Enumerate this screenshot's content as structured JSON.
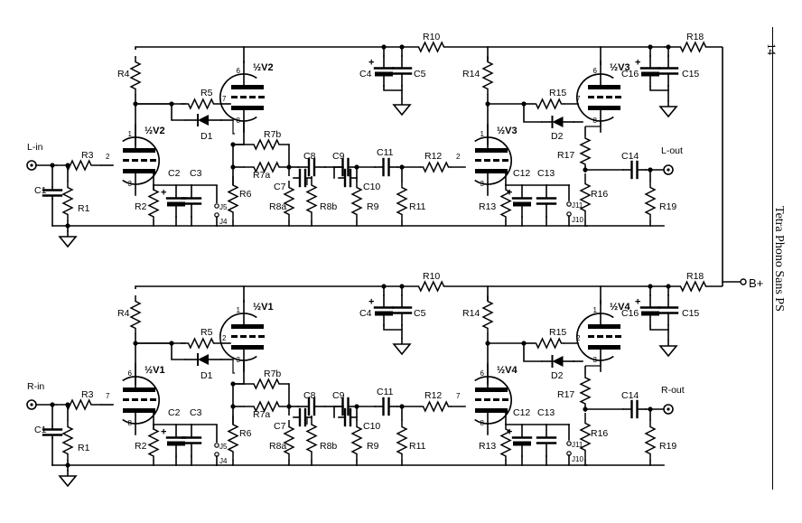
{
  "page_number": "14",
  "title": "Tetra Phono Sans PS",
  "supply_label": "B+",
  "upper": {
    "input": "L-in",
    "output": "L-out",
    "parts": {
      "R1": "R1",
      "R2": "R2",
      "R3": "R3",
      "R4": "R4",
      "R5": "R5",
      "R6": "R6",
      "R7a": "R7a",
      "R7b": "R7b",
      "R8a": "R8a",
      "R8b": "R8b",
      "R9": "R9",
      "R10": "R10",
      "R11": "R11",
      "R12": "R12",
      "R13": "R13",
      "R14": "R14",
      "R15": "R15",
      "R16": "R16",
      "R17": "R17",
      "R18": "R18",
      "R19": "R19",
      "C1": "C1",
      "C2": "C2",
      "C3": "C3",
      "C4": "C4",
      "C5": "C5",
      "C7": "C7",
      "C8": "C8",
      "C9": "C9",
      "C10": "C10",
      "C11": "C11",
      "C12": "C12",
      "C13": "C13",
      "C14": "C14",
      "C15": "C15",
      "C16": "C16",
      "D1": "D1",
      "D2": "D2",
      "J4": "J4",
      "J5": "J5",
      "J10": "J10",
      "J11": "J11"
    },
    "tubes": {
      "t1": "½V2",
      "t2": "½V2",
      "t3": "½V3",
      "t4": "½V3"
    },
    "pins": {
      "t1": {
        "top": "1",
        "left": "2",
        "bottom": "3"
      },
      "t2": {
        "top": "6",
        "left": "7",
        "bottom": "8"
      },
      "t3": {
        "top": "1",
        "left": "2",
        "bottom": "3"
      },
      "t4": {
        "top": "6",
        "left": "7",
        "bottom": "8"
      }
    }
  },
  "lower": {
    "input": "R-in",
    "output": "R-out",
    "parts": {
      "R1": "R1",
      "R2": "R2",
      "R3": "R3",
      "R4": "R4",
      "R5": "R5",
      "R6": "R6",
      "R7a": "R7a",
      "R7b": "R7b",
      "R8a": "R8a",
      "R8b": "R8b",
      "R9": "R9",
      "R10": "R10",
      "R11": "R11",
      "R12": "R12",
      "R13": "R13",
      "R14": "R14",
      "R15": "R15",
      "R16": "R16",
      "R17": "R17",
      "R18": "R18",
      "R19": "R19",
      "C1": "C1",
      "C2": "C2",
      "C3": "C3",
      "C4": "C4",
      "C5": "C5",
      "C7": "C7",
      "C8": "C8",
      "C9": "C9",
      "C10": "C10",
      "C11": "C11",
      "C12": "C12",
      "C13": "C13",
      "C14": "C14",
      "C15": "C15",
      "C16": "C16",
      "D1": "D1",
      "D2": "D2",
      "J4": "J4",
      "J5": "J5",
      "J10": "J10",
      "J11": "J11"
    },
    "tubes": {
      "t1": "½V1",
      "t2": "½V1",
      "t3": "½V4",
      "t4": "½V4"
    },
    "pins": {
      "t1": {
        "top": "6",
        "left": "7",
        "bottom": "8"
      },
      "t2": {
        "top": "1",
        "left": "2",
        "bottom": "3"
      },
      "t3": {
        "top": "6",
        "left": "7",
        "bottom": "8"
      },
      "t4": {
        "top": "1",
        "left": "2",
        "bottom": "3"
      }
    }
  }
}
